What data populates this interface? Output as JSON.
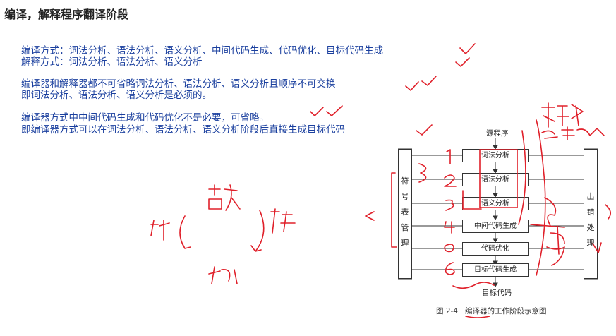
{
  "title": "编译，解释程序翻译阶段",
  "notes": [
    "编译方式：词法分析、语法分析、语义分析、中间代码生成、代码优化、目标代码生成",
    "解释方式：词法分析、语法分析、语义分析",
    "编译器和解释器都不可省略词法分析、语法分析、语义分析且顺序不可交换",
    "即词法分析、语法分析、语义分析是必须的。",
    "编译器方式中中间代码生成和代码优化不是必要，可省略。",
    "即编译器方式可以在词法分析、语法分析、语义分析阶段后直接生成目标代码"
  ],
  "diagram": {
    "source": "源程序",
    "target": "目标代码",
    "stages": [
      "词法分析",
      "语法分析",
      "语义分析",
      "中间代码生成",
      "代码优化",
      "目标代码生成"
    ],
    "symbol_table": [
      "符",
      "号",
      "表",
      "管",
      "理"
    ],
    "error_handler": [
      "出",
      "错",
      "处",
      "理"
    ],
    "caption_num": "图 2-4",
    "caption_text": "编译器的工作阶段示意图"
  },
  "handwriting_color": "#e0202a"
}
